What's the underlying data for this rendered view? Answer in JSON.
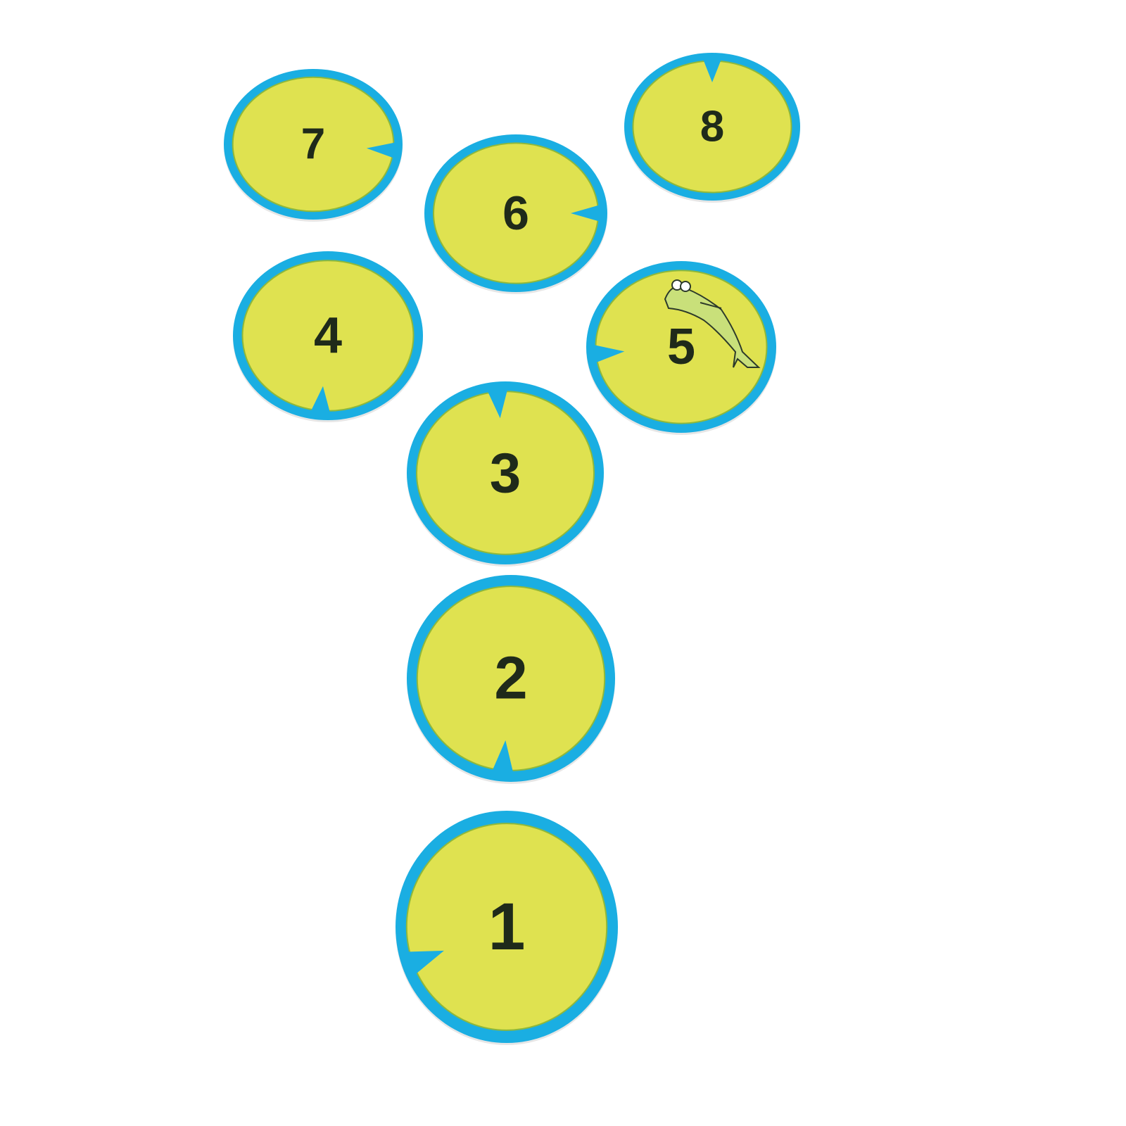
{
  "colors": {
    "water": "#1aaee2",
    "pad": "#dfe250",
    "pad_edge": "#8fb83a",
    "number": "#1f2a1a",
    "background": "#ffffff"
  },
  "pads": [
    {
      "label": "1"
    },
    {
      "label": "2"
    },
    {
      "label": "3"
    },
    {
      "label": "4"
    },
    {
      "label": "5",
      "decoration": "frog-icon"
    },
    {
      "label": "6"
    },
    {
      "label": "7"
    },
    {
      "label": "8"
    }
  ]
}
